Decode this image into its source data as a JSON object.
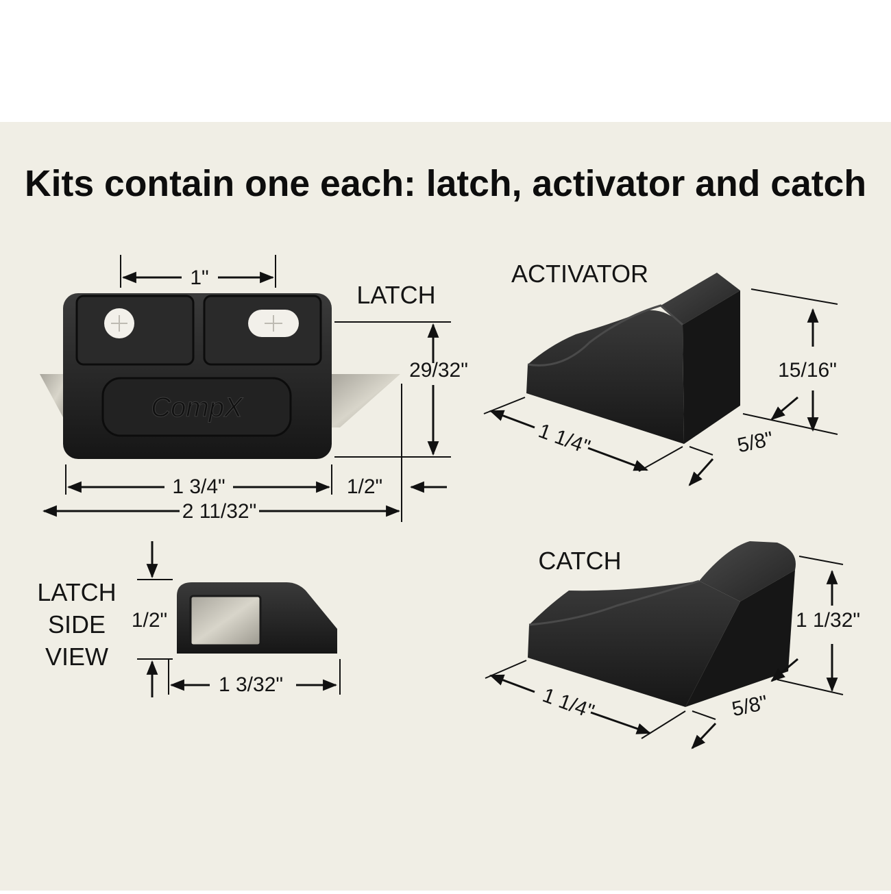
{
  "heading": "Kits contain one each: latch, activator and catch",
  "brand": "CompX",
  "colors": {
    "background": "#f0eee5",
    "part_body": "#1c1c1c",
    "metal_tab": "#c9c6bb"
  },
  "latch": {
    "label": "LATCH",
    "dim_screw_spacing": "1\"",
    "dim_height": "29/32\"",
    "dim_body_width": "1 3/4\"",
    "dim_tab": "1/2\"",
    "dim_overall_width": "2 11/32\""
  },
  "latch_side_view": {
    "label_lines": [
      "LATCH",
      "SIDE",
      "VIEW"
    ],
    "dim_height": "1/2\"",
    "dim_length": "1 3/32\""
  },
  "activator": {
    "label": "ACTIVATOR",
    "dim_height": "15/16\"",
    "dim_length": "1 1/4\"",
    "dim_width": "5/8\""
  },
  "catch": {
    "label": "CATCH",
    "dim_height": "1 1/32\"",
    "dim_length": "1 1/4\"",
    "dim_width": "5/8\""
  }
}
